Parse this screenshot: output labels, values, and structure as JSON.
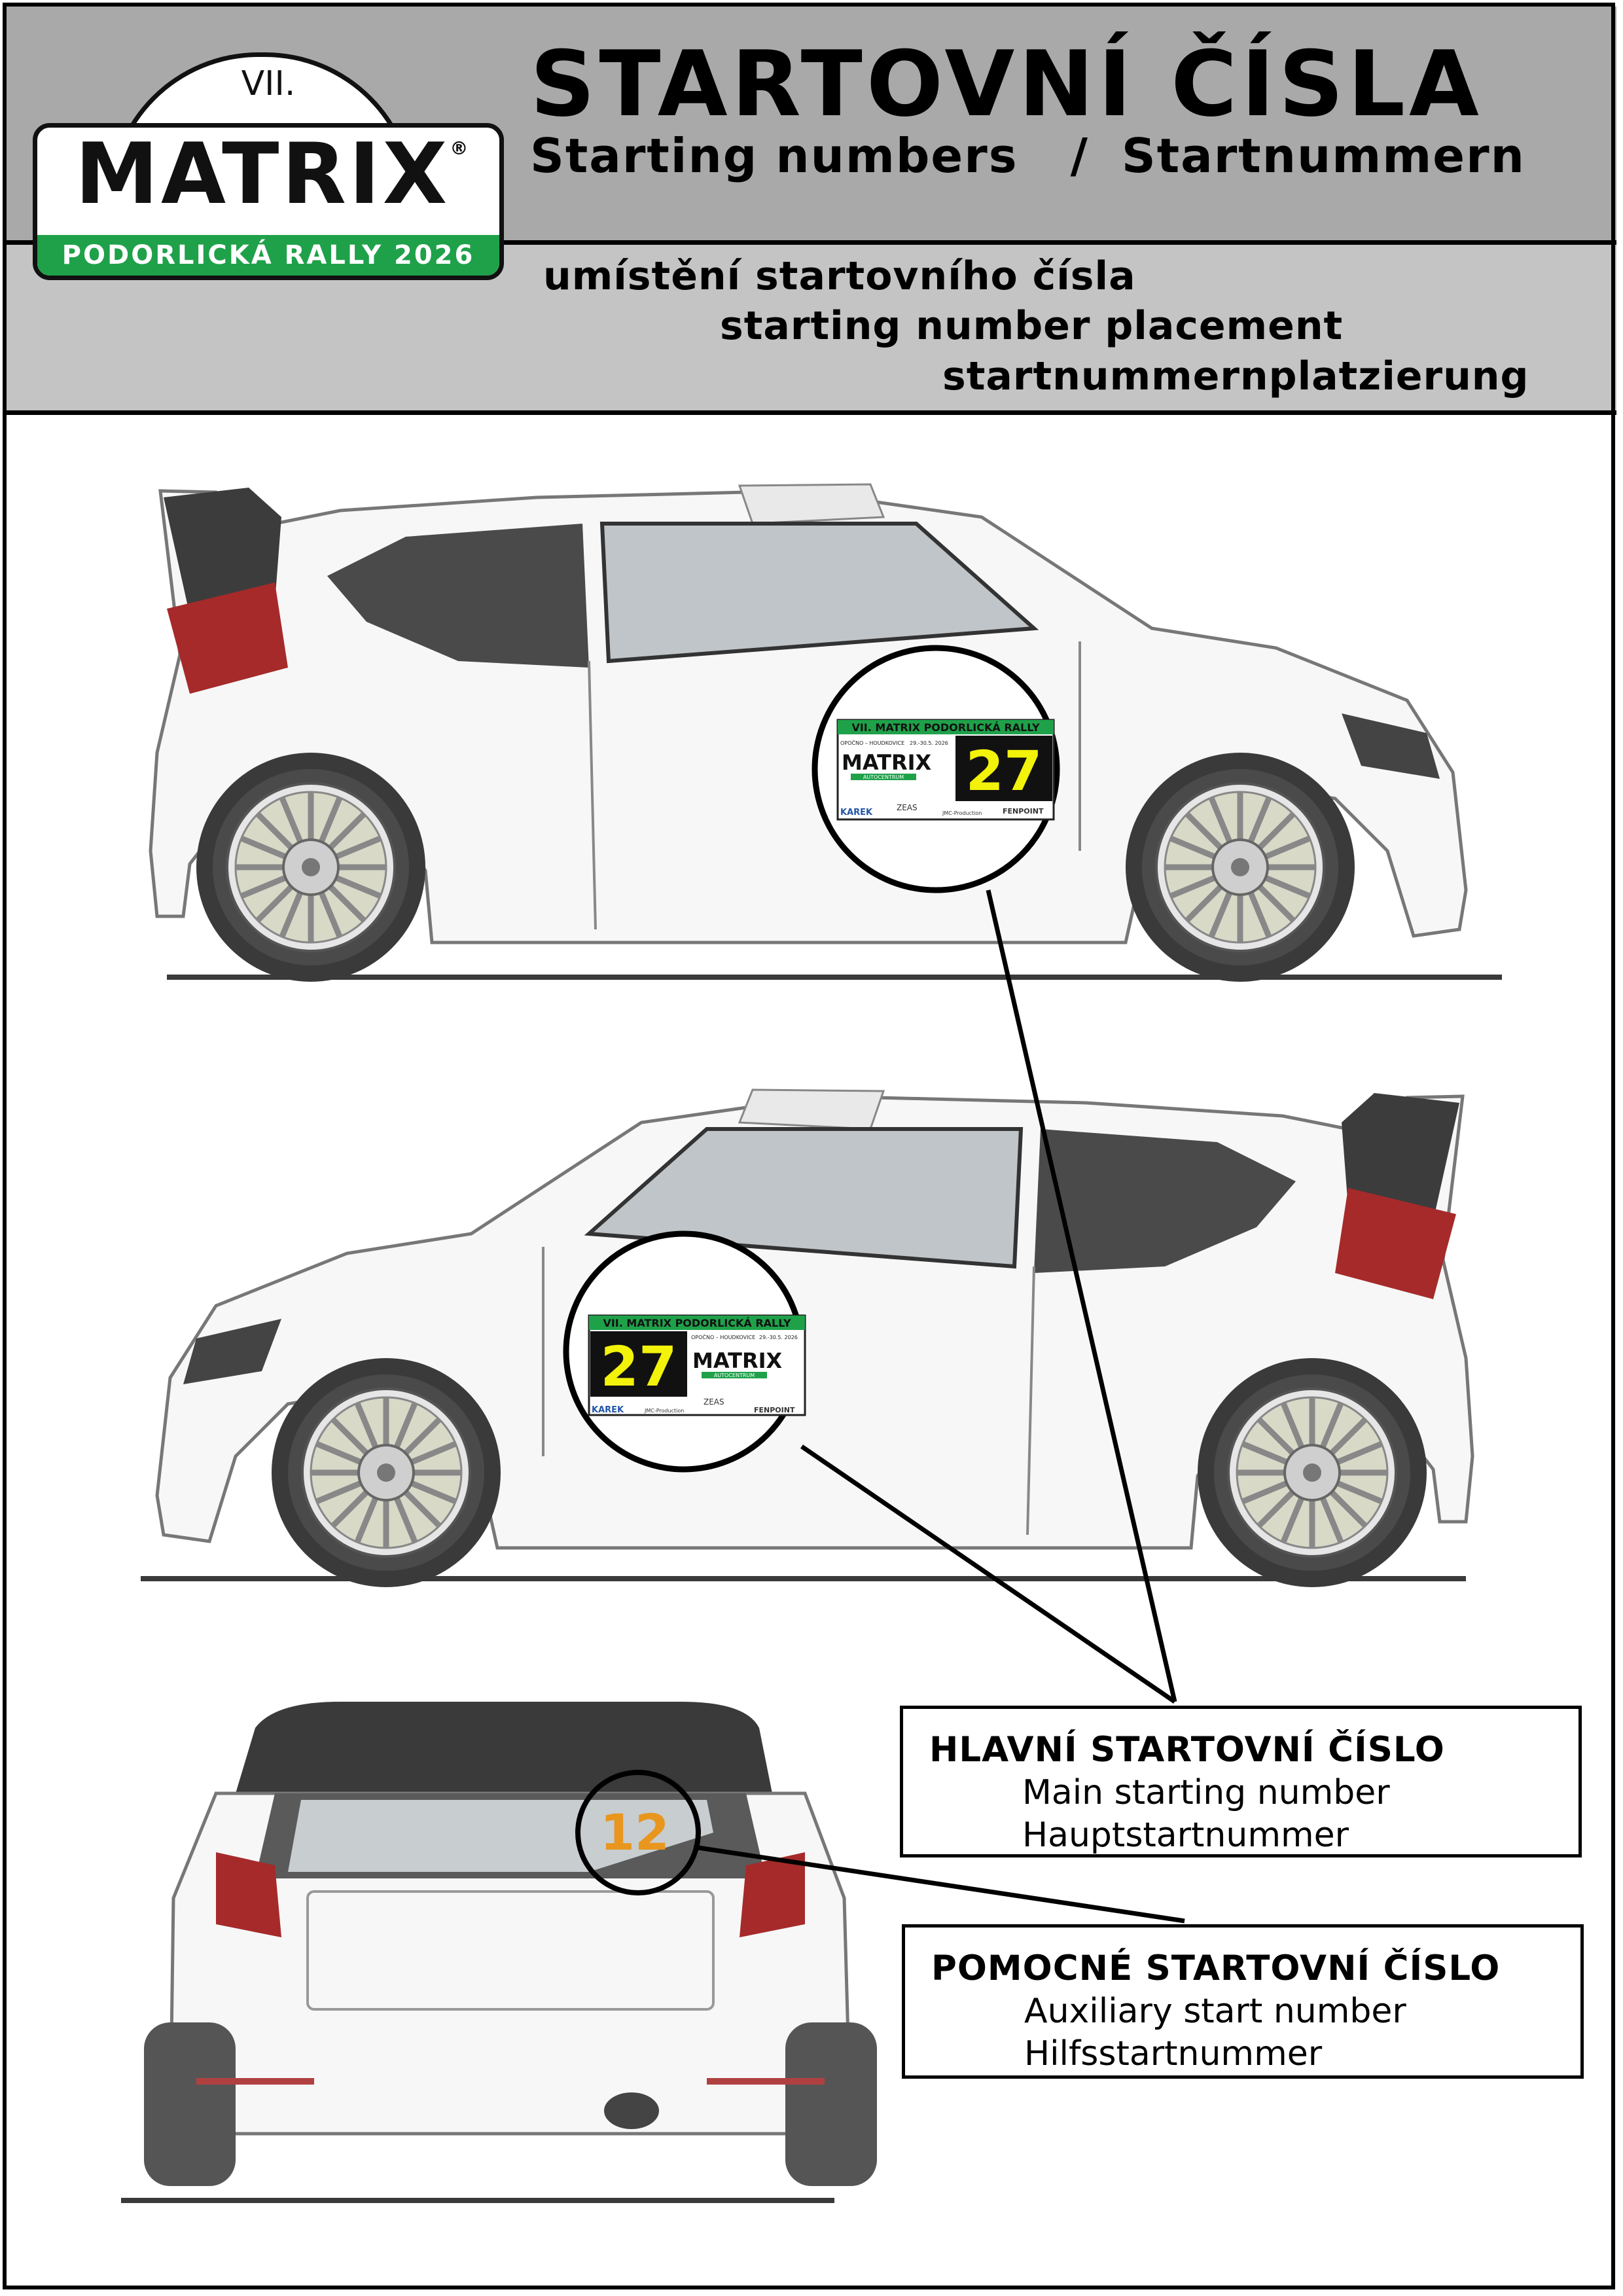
{
  "header": {
    "title": "STARTOVNÍ ČÍSLA",
    "subtitle_en": "Starting numbers",
    "subtitle_sep": "/",
    "subtitle_de": "Startnummern",
    "placement_cz": "umístění startovního čísla",
    "placement_en": "starting number placement",
    "placement_de": "startnummernplatzierung"
  },
  "logo": {
    "edition": "VII.",
    "name": "MATRIX",
    "registered": "®",
    "band": "PODORLICKÁ RALLY 2026",
    "band_color": "#1fa14a"
  },
  "plate": {
    "header": "VII. MATRIX  PODORLICKÁ RALLY",
    "location": "OPOČNO – HOUDKOVICE",
    "dates": "29.-30.5. 2026",
    "brand": "MATRIX",
    "brand_sub": "AUTOCENTRUM",
    "number": "27",
    "number_color": "#f2f20a",
    "sponsors": [
      "KAREK",
      "ZEAS",
      "JMC-Production",
      "FENPOINT"
    ],
    "header_color": "#1fa14a"
  },
  "rear": {
    "number": "12",
    "number_color": "#e8961e"
  },
  "labels": {
    "main_cz": "HLAVNÍ STARTOVNÍ ČÍSLO",
    "main_en": "Main starting number",
    "main_de": "Hauptstartnummer",
    "aux_cz": "POMOCNÉ STARTOVNÍ ČÍSLO",
    "aux_en": "Auxiliary start number",
    "aux_de": "Hilfsstartnummer"
  }
}
